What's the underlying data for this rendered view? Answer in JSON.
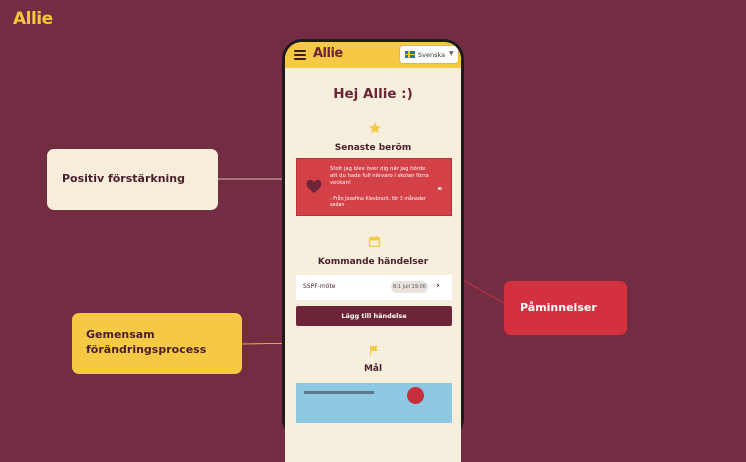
{
  "brand": {
    "logo": "Allie"
  },
  "app": {
    "logo": "Allie",
    "language": {
      "label": "Svenska",
      "flag": "sweden-flag"
    },
    "greeting": "Hej Allie :)",
    "praise": {
      "title": "Senaste beröm",
      "message": "Stolt jag blev över dig när jag hörde att du hade full närvaro i skolan förra veckan!",
      "from": "- Från Josefina Klevbrant, för 3 månader sedan"
    },
    "events": {
      "title": "Kommande händelser",
      "items": [
        {
          "name": "SSPF-möte",
          "date": "8:1 juli 19:00"
        }
      ],
      "add_label": "Lägg till händelse"
    },
    "goals": {
      "title": "Mål"
    }
  },
  "callouts": {
    "positive": "Positiv förstärkning",
    "process": "Gemensam förändringsprocess",
    "reminders": "Påminnelser"
  },
  "colors": {
    "background": "#722d43",
    "accent_yellow": "#f6c944",
    "accent_red": "#d4313f",
    "cream": "#f7efdd"
  }
}
